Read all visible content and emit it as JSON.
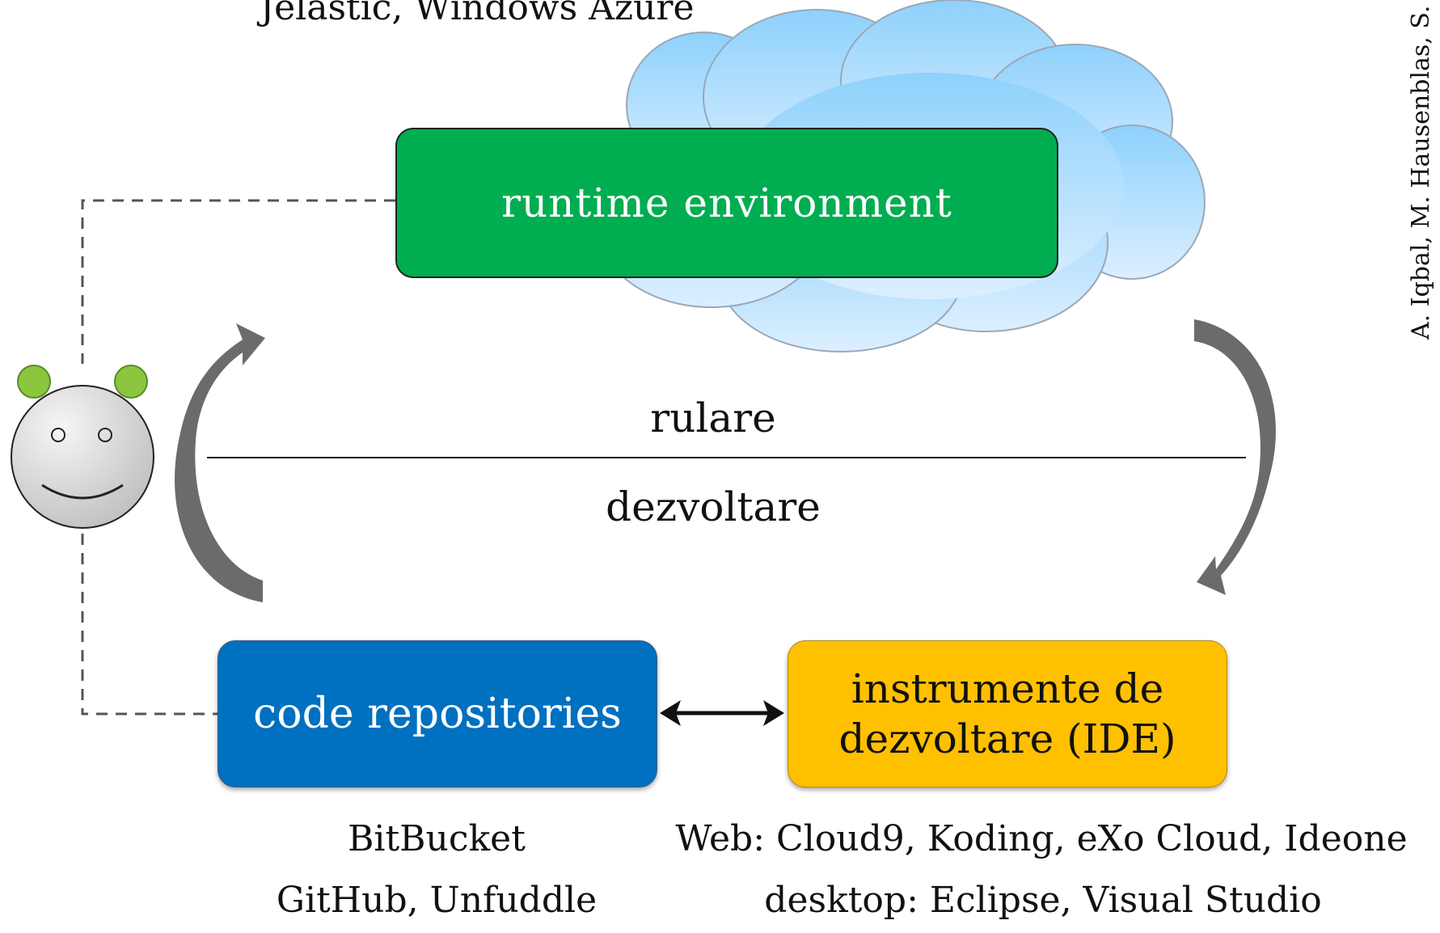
{
  "top_caption": "Jelastic, Windows Azure",
  "side_credit": "A. Iqbal, M. Hausenblas, S. D",
  "runtime_box": {
    "label": "runtime environment"
  },
  "phases": {
    "upper": "rulare",
    "lower": "dezvoltare"
  },
  "repo_box": {
    "label": "code repositories"
  },
  "ide_box": {
    "line1": "instrumente de",
    "line2": "dezvoltare (IDE)"
  },
  "repo_examples": {
    "line1": "BitBucket",
    "line2": "GitHub, Unfuddle"
  },
  "ide_examples": {
    "line1": "Web: Cloud9, Koding, eXo Cloud, Ideone",
    "line2": "desktop: Eclipse, Visual Studio"
  },
  "colors": {
    "runtime": "#00ad50",
    "repositories": "#0070c0",
    "ide": "#ffc000",
    "cloud_top": "#8ed1fc",
    "cloud_bottom": "#dcefff",
    "arrow": "#6b6b6b"
  }
}
